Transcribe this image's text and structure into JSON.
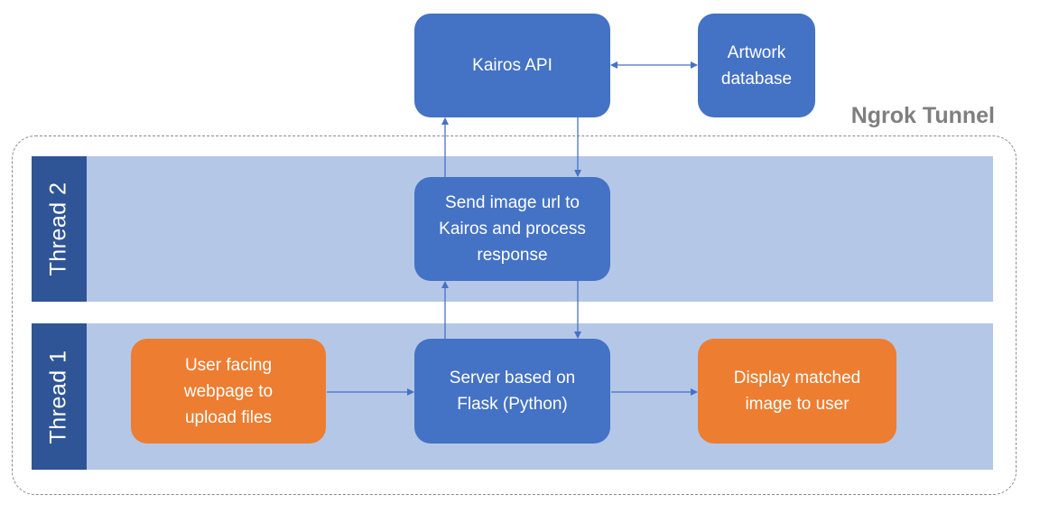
{
  "diagram": {
    "tunnel": {
      "label": "Ngrok Tunnel"
    },
    "lanes": [
      {
        "id": "thread2",
        "label": "Thread 2"
      },
      {
        "id": "thread1",
        "label": "Thread 1"
      }
    ],
    "nodes": {
      "kairos_api": {
        "label": "Kairos API",
        "color": "#4472c4"
      },
      "artwork_db": {
        "label": "Artwork database",
        "color": "#4472c4"
      },
      "send_image": {
        "label": "Send image url to Kairos and process response",
        "color": "#4472c4"
      },
      "user_webpage": {
        "label": "User facing webpage to upload files",
        "color": "#ed7d31"
      },
      "flask_server": {
        "label": "Server based on Flask (Python)",
        "color": "#4472c4"
      },
      "display_match": {
        "label": "Display matched image to user",
        "color": "#ed7d31"
      }
    },
    "edges": [
      {
        "from": "kairos_api",
        "to": "artwork_db",
        "bidirectional": true
      },
      {
        "from": "send_image",
        "to": "kairos_api"
      },
      {
        "from": "kairos_api",
        "to": "send_image"
      },
      {
        "from": "flask_server",
        "to": "send_image"
      },
      {
        "from": "send_image",
        "to": "flask_server"
      },
      {
        "from": "user_webpage",
        "to": "flask_server"
      },
      {
        "from": "flask_server",
        "to": "display_match"
      }
    ],
    "colors": {
      "lane_fill": "#b4c7e7",
      "lane_header": "#2f5597",
      "connector": "#4472c4",
      "tunnel_border": "#8a8a8a",
      "tunnel_label": "#7f7f7f"
    }
  }
}
